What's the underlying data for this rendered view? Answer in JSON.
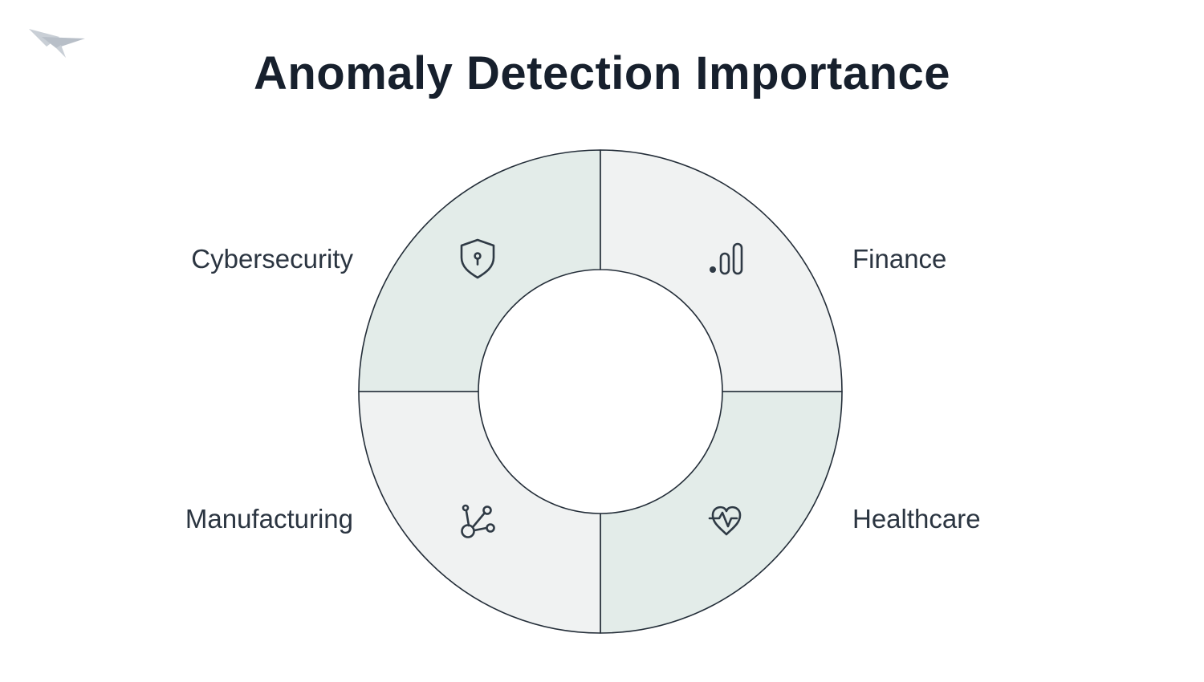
{
  "title": "Anomaly Detection Importance",
  "colors": {
    "segment_teal": "#e3ece9",
    "segment_gray": "#f0f2f2",
    "outline": "#232d38",
    "icon": "#2f3a45",
    "label": "#2b3541",
    "title": "#17202d",
    "logo": "#c9cfd6",
    "logo_dark": "#b8bfc8"
  },
  "segments": [
    {
      "label": "Cybersecurity",
      "icon": "shield-keyhole-icon",
      "position": "top-left",
      "fill": "teal"
    },
    {
      "label": "Finance",
      "icon": "bar-chart-icon",
      "position": "top-right",
      "fill": "gray"
    },
    {
      "label": "Manufacturing",
      "icon": "network-icon",
      "position": "bottom-left",
      "fill": "gray"
    },
    {
      "label": "Healthcare",
      "icon": "heart-pulse-icon",
      "position": "bottom-right",
      "fill": "teal"
    }
  ]
}
